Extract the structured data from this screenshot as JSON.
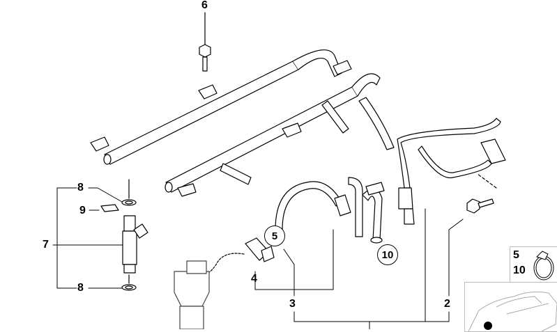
{
  "callouts": {
    "p6": "6",
    "p8_top": "8",
    "p9": "9",
    "p7": "7",
    "p8_bottom": "8",
    "p5_circle": "5",
    "p10_circle": "10",
    "p4": "4",
    "p3": "3",
    "p2": "2"
  },
  "inset": {
    "clamp_parts": [
      "5",
      "10"
    ]
  },
  "colors": {
    "line": "#000000",
    "inset_border": "#bbbbbb"
  }
}
